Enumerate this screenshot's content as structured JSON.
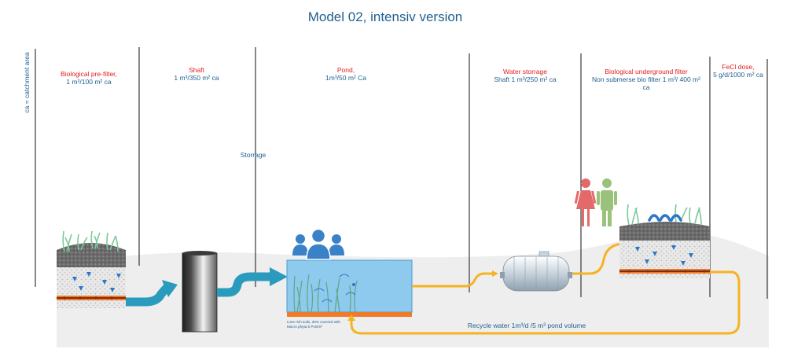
{
  "title": "Model 02, intensiv version",
  "side_label": "ca = catchment area",
  "sections": [
    {
      "heading": "Biological pre-filter,",
      "detail": "1 m²/100 m² ca"
    },
    {
      "heading": "Shaft",
      "detail": "1 m³/350 m² ca"
    },
    {
      "heading": "Pond,",
      "detail": "1m³/50 m² Ca"
    },
    {
      "heading": "Water storrage",
      "detail": "Shaft 1 m³/250 m² ca"
    },
    {
      "heading": "Biological underground filter",
      "detail": "Non submerse bio filter 1 m³/ 400 m² ca"
    },
    {
      "heading": "FeCl dose,",
      "detail": "5 g/d/1000 m² ca"
    }
  ],
  "storage_label": "Storrage",
  "pond_note": "Lime rich soils, 30% covered with Macro phyta 5 Pcs/m²",
  "recycle_label": "Recycle water 1m³/d /5 m³ pond volume",
  "colors": {
    "title": "#1f5f8e",
    "heading_red": "#e01e1e",
    "pipe_blue": "#2a9bbd",
    "pipe_orange": "#f5b321",
    "pond_water": "#8ec9ee",
    "soil_orange": "#f07a28",
    "ground": "#eeeeee"
  },
  "icons": [
    "plant-icon",
    "people-group-icon",
    "woman-icon",
    "man-icon",
    "fish-icon",
    "tank-icon",
    "shaft-icon"
  ]
}
